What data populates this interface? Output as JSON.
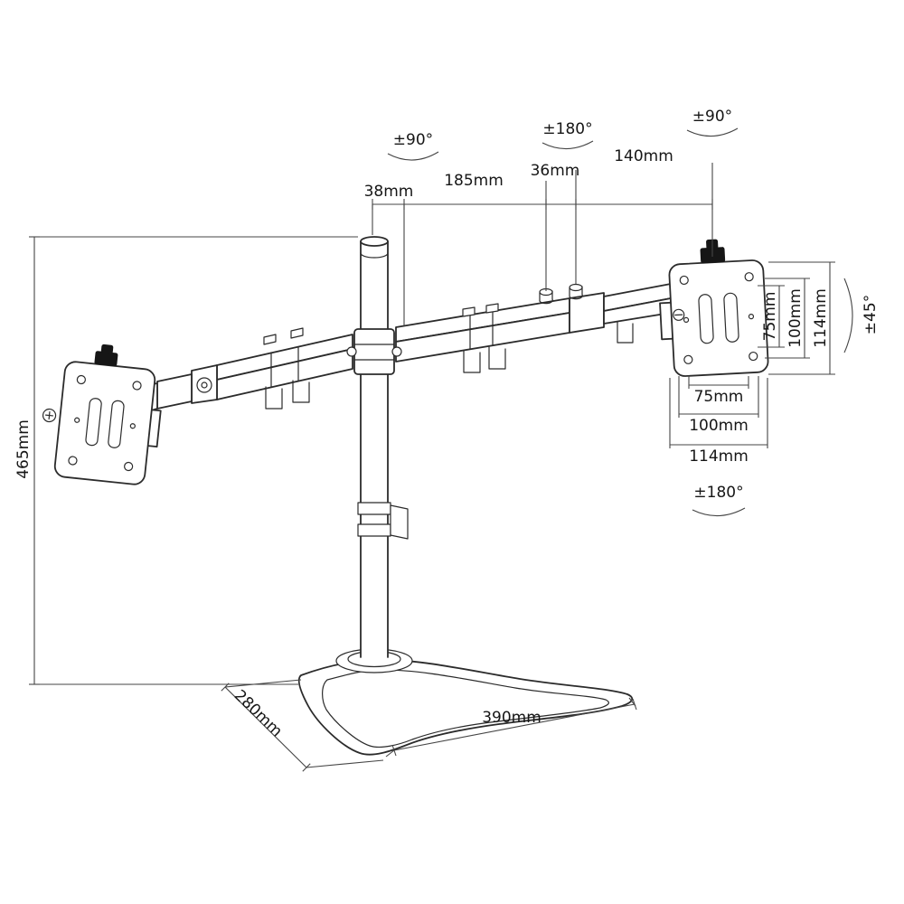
{
  "drawing": {
    "subject": "Dual monitor free-standing desk mount - dimensional line drawing",
    "background_color": "#ffffff",
    "line_color": "#2b2b2b"
  },
  "rotations": {
    "pole_swivel": "±90°",
    "mid_joint": "±180°",
    "end_joint": "±90°",
    "tilt": "±45°",
    "plate_rotation": "±180°"
  },
  "arm_dimensions": {
    "pole_offset": "38mm",
    "inner_arm": "185mm",
    "joint_spacing": "36mm",
    "outer_arm": "140mm"
  },
  "vesa_plate_vertical": {
    "v75": "75mm",
    "v100": "100mm",
    "v114": "114mm"
  },
  "vesa_plate_horizontal": {
    "h75": "75mm",
    "h100": "100mm",
    "h114": "114mm"
  },
  "stand": {
    "height": "465mm",
    "base_depth": "280mm",
    "base_width": "390mm"
  }
}
